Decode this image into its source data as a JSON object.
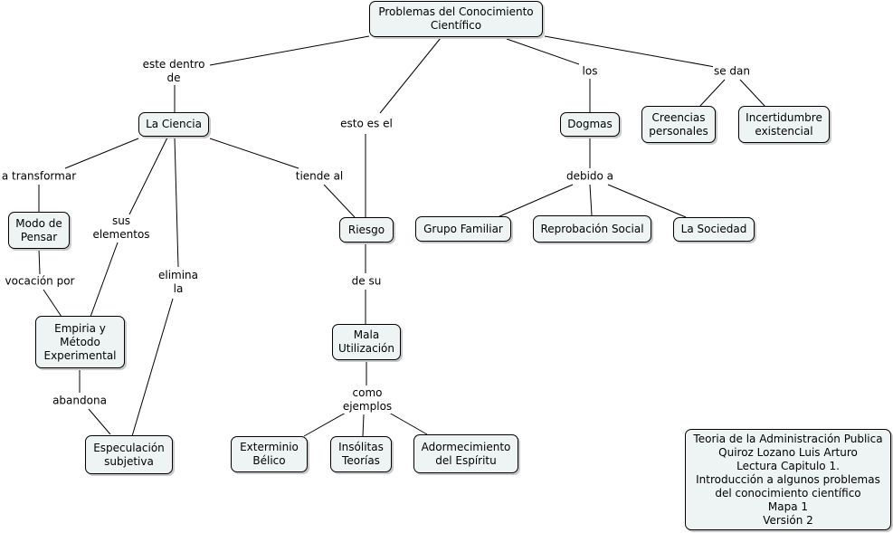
{
  "map": {
    "root": "Problemas del Conocimiento\nCientífico",
    "ciencia": "La Ciencia",
    "riesgo": "Riesgo",
    "dogmas": "Dogmas",
    "creencias": "Creencias\npersonales",
    "incertidumbre": "Incertidumbre\nexistencial",
    "modo": "Modo de\nPensar",
    "empiria": "Empiria y\nMétodo\nExperimental",
    "especulacion": "Especulación\nsubjetiva",
    "mala": "Mala\nUtilización",
    "exterminio": "Exterminio\nBélico",
    "insolitas": "Insólitas\nTeorías",
    "adormecimiento": "Adormecimiento\ndel Espíritu",
    "grupo": "Grupo Familiar",
    "reprobacion": "Reprobación Social",
    "sociedad": "La Sociedad",
    "info": "Teoria de la Administración Publica\nQuiroz Lozano Luis Arturo\nLectura Capitulo 1.\nIntroducción a algunos problemas\ndel conocimiento científico\nMapa 1\nVersión 2"
  },
  "links": {
    "este_dentro": "este dentro\nde",
    "esto_es": "esto es el",
    "los": "los",
    "se_dan": "se dan",
    "a_transformar": "a transformar",
    "sus_elementos": "sus\nelementos",
    "elimina": "elimina\nla",
    "tiende_al": "tiende al",
    "debido_a": "debido a",
    "vocacion_por": "vocación por",
    "de_su": "de su",
    "abandona": "abandona",
    "como_ejemplos": "como\nejemplos"
  }
}
